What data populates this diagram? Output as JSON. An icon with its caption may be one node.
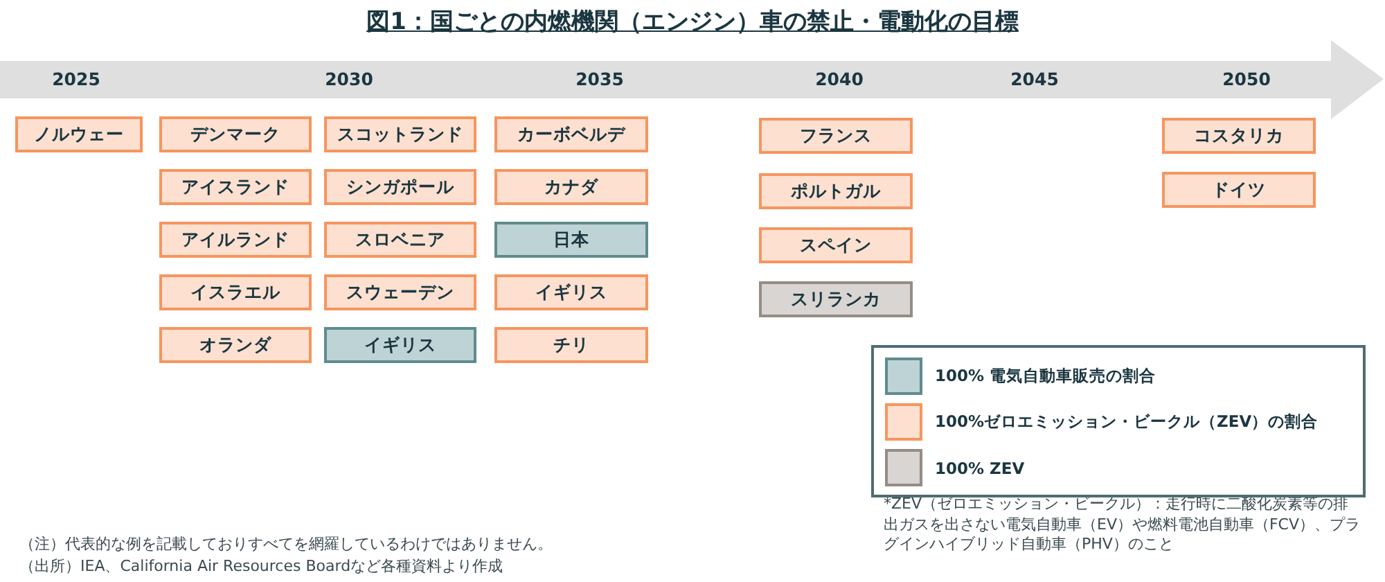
{
  "diagram": {
    "title": "図1：国ごとの内燃機関（エンジン）車の禁止・電動化の目標",
    "nodes": [
      {
        "text": [
          "ノルウェー"
        ]
      },
      {
        "text": [
          "デンマーク"
        ]
      },
      {
        "text": [
          "アイスランド"
        ]
      },
      {
        "text": [
          "アイルランド"
        ]
      },
      {
        "text": [
          "イスラエル"
        ]
      },
      {
        "text": [
          "オランダ"
        ]
      },
      {
        "text": [
          "スコットランド"
        ]
      },
      {
        "text": [
          "シンガポール"
        ]
      },
      {
        "text": [
          "スロベニア"
        ]
      },
      {
        "text": [
          "スウェーデン"
        ]
      },
      {
        "text": [
          "イギリス"
        ]
      },
      {
        "text": [
          "カーボベルデ"
        ]
      },
      {
        "text": [
          "カナダ"
        ]
      },
      {
        "text": [
          "日本"
        ]
      },
      {
        "text": [
          "イギリス"
        ]
      },
      {
        "text": [
          "チリ"
        ]
      },
      {
        "text": [
          "フランス"
        ]
      },
      {
        "text": [
          "ポルトガル"
        ]
      },
      {
        "text": [
          "スペイン"
        ]
      },
      {
        "text": [
          "スリランカ"
        ]
      },
      {
        "text": [
          "コスタリカ"
        ]
      },
      {
        "text": [
          "ドイツ"
        ]
      }
    ],
    "labels": [
      "2025",
      "2030",
      "2035",
      "2040",
      "2045",
      "2050",
      "*ZEV（ゼロエミッション・ビークル）：走行時に二酸化炭素等の排出ガスを出さない電気自動車（EV）や燃料電池自動車（FCV）、プラグインハイブリッド自動車（PHV）のこと",
      "（注）代表的な例を記載しておりすべてを網羅しているわけではありません。",
      "（出所）IEA、California Air Resources Boardなど各種資料より作成"
    ],
    "legend": [
      {
        "text": "100% 電気自動車販売の割合",
        "color": "#bdd3d5"
      },
      {
        "text": "100%ゼロエミッション・ビークル（ZEV）の割合",
        "color": "#fde0d0"
      },
      {
        "text": "100% ZEV",
        "color": "#d9d5d2"
      }
    ]
  }
}
